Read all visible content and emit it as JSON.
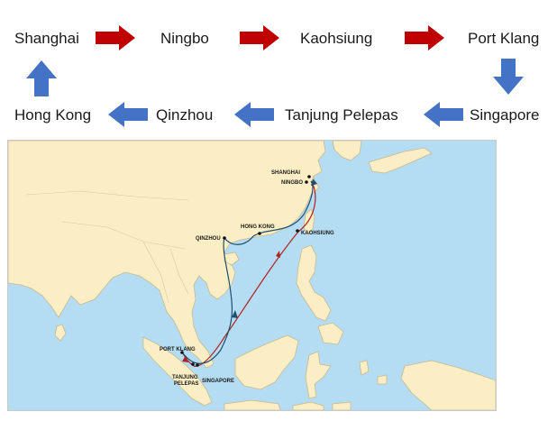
{
  "route": {
    "ports": [
      {
        "id": "shanghai",
        "label": "Shanghai"
      },
      {
        "id": "ningbo",
        "label": "Ningbo"
      },
      {
        "id": "kaohsiung",
        "label": "Kaohsiung"
      },
      {
        "id": "port-klang",
        "label": "Port Klang"
      },
      {
        "id": "singapore",
        "label": "Singapore"
      },
      {
        "id": "tanjung-pelepas",
        "label": "Tanjung Pelepas"
      },
      {
        "id": "qinzhou",
        "label": "Qinzhou"
      },
      {
        "id": "hong-kong",
        "label": "Hong Kong"
      }
    ],
    "arrow_colors": {
      "forward": "#c00000",
      "return": "#4472c4"
    }
  },
  "map": {
    "labels": {
      "shanghai": "SHANGHAI",
      "ningbo": "NINGBO",
      "hong_kong": "HONG KONG",
      "qinzhou": "QINZHOU",
      "kaohsiung": "KAOHSIUNG",
      "port_klang": "PORT KLANG",
      "tanjung_line1": "TANJUNG",
      "tanjung_line2": "PELEPAS",
      "singapore": "SINGAPORE"
    },
    "colors": {
      "sea": "#b4dcf2",
      "land": "#fbeec5",
      "border": "#c9b98f",
      "route_red": "#b22222",
      "route_blue": "#1f4e6e"
    }
  }
}
